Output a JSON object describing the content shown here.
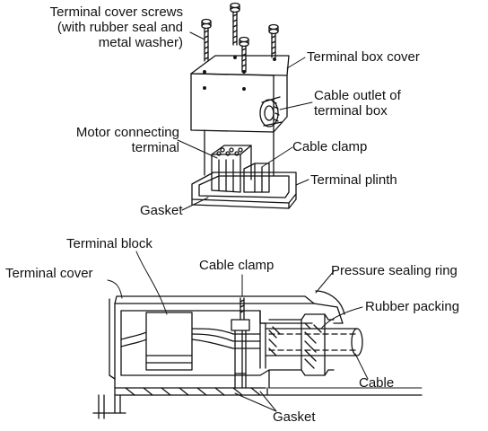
{
  "top_view": {
    "terminal_cover_screws_line1": "Terminal cover screws",
    "terminal_cover_screws_line2": "(with rubber seal and",
    "terminal_cover_screws_line3": "metal washer)",
    "terminal_box_cover": "Terminal box cover",
    "cable_outlet_line1": "Cable outlet of",
    "cable_outlet_line2": "terminal box",
    "motor_terminal_line1": "Motor connecting",
    "motor_terminal_line2": "terminal",
    "cable_clamp": "Cable clamp",
    "terminal_plinth": "Terminal plinth",
    "gasket": "Gasket"
  },
  "section_view": {
    "terminal_block": "Terminal block",
    "terminal_cover": "Terminal cover",
    "cable_clamp": "Cable clamp",
    "pressure_sealing_ring": "Pressure sealing ring",
    "rubber_packing": "Rubber packing",
    "cable": "Cable",
    "gasket": "Gasket"
  }
}
